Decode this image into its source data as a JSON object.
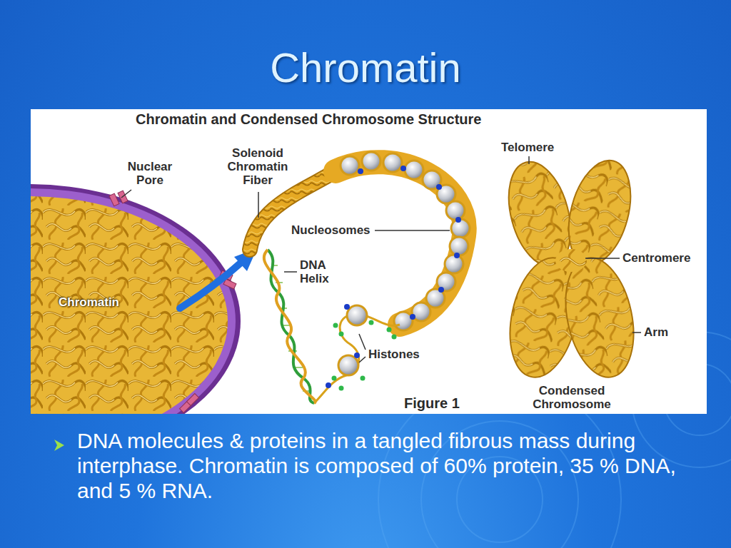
{
  "diagram": {
    "title": "Chromatin",
    "labels": [
      "Chromatin and Condensed Chromosome Structure",
      "Solenoid Chromatin Fiber",
      "Telomere",
      "Nuclear Pore",
      "Nucleosomes",
      "DNA Helix",
      "Centromere",
      "Chromatin",
      "Arm",
      "Histones",
      "Figure 1",
      "Condensed Chromosome",
      "DNA molecules & proteins in a tangled fibrous mass during interphase.  Chromatin is composed of 60% protein, 35 % DNA, and 5 % RNA."
    ]
  }
}
